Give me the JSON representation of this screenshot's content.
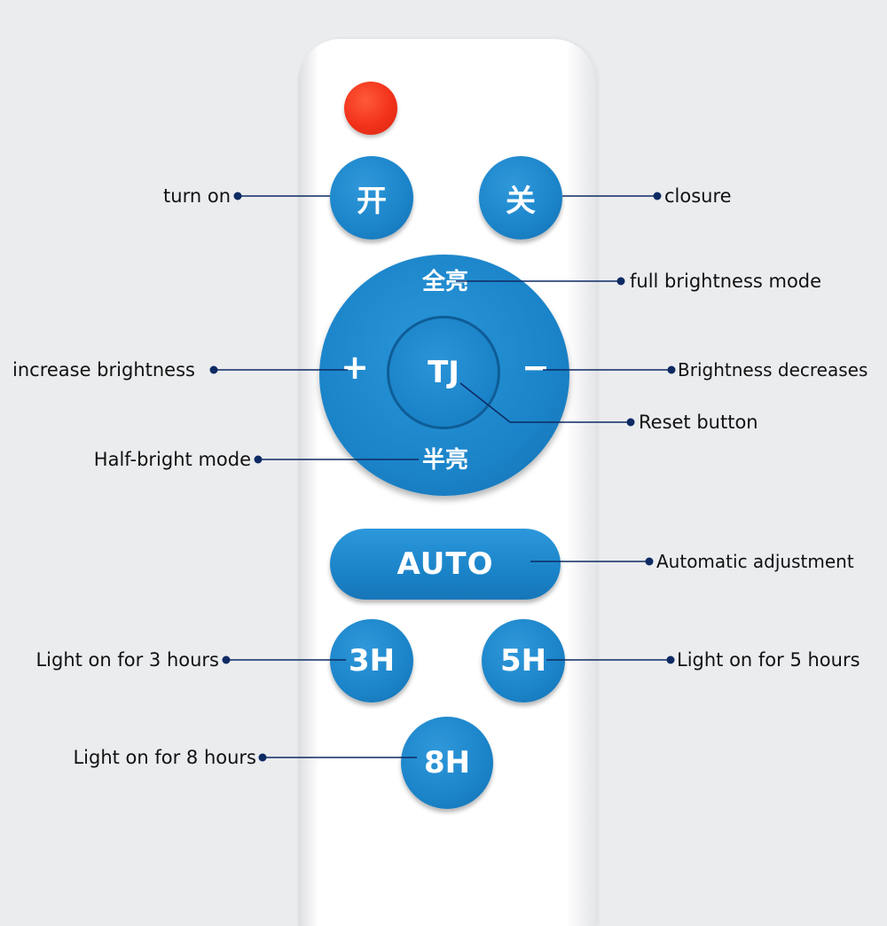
{
  "colors": {
    "background": "#ebecee",
    "remote_body": "#ffffff",
    "button_blue": "#1b84c9",
    "power_red": "#f2321a",
    "leader_line": "#0d2a63"
  },
  "buttons": {
    "power": "",
    "on": "开",
    "off": "关",
    "full_bright": "全亮",
    "plus": "+",
    "center": "TJ",
    "minus": "−",
    "half_bright": "半亮",
    "auto": "AUTO",
    "h3": "3H",
    "h5": "5H",
    "h8": "8H"
  },
  "labels": {
    "turn_on": "turn on",
    "closure": "closure",
    "full_brightness_mode": "full brightness mode",
    "increase_brightness": "increase brightness",
    "brightness_decreases": "Brightness decreases",
    "reset_button": "Reset button",
    "half_bright_mode": "Half-bright mode",
    "automatic_adjustment": "Automatic adjustment",
    "light_3h": "Light on for 3 hours",
    "light_5h": "Light on for 5 hours",
    "light_8h": "Light on for 8 hours"
  }
}
